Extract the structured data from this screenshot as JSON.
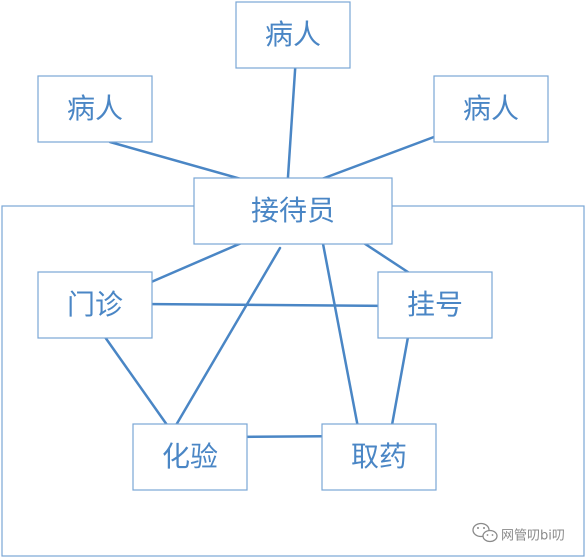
{
  "nodes": {
    "patient_top": "病人",
    "patient_left": "病人",
    "patient_right": "病人",
    "receptionist": "接待员",
    "outpatient": "门诊",
    "registration": "挂号",
    "lab_test": "化验",
    "pharmacy": "取药"
  },
  "watermark": {
    "text": "网管叨bi叨",
    "icon": "wechat-icon"
  },
  "colors": {
    "line": "#4a86c5",
    "box_border": "#7aa6d6",
    "text": "#4a86c5"
  }
}
